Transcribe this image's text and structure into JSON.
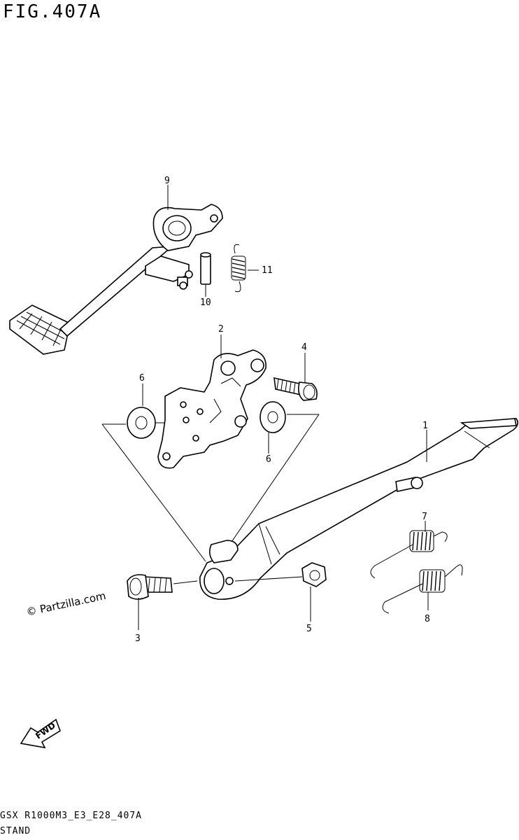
{
  "figure": {
    "title": "FIG.407A",
    "footer_code": "GSX R1000M3_E3_E28_407A",
    "footer_name": "STAND",
    "watermark": "© Partzilla.com",
    "fwd_label": "FWD"
  },
  "callouts": {
    "c1": "1",
    "c2": "2",
    "c3": "3",
    "c4": "4",
    "c5": "5",
    "c6a": "6",
    "c6b": "6",
    "c7": "7",
    "c8": "8",
    "c9": "9",
    "c10": "10",
    "c11": "11"
  }
}
